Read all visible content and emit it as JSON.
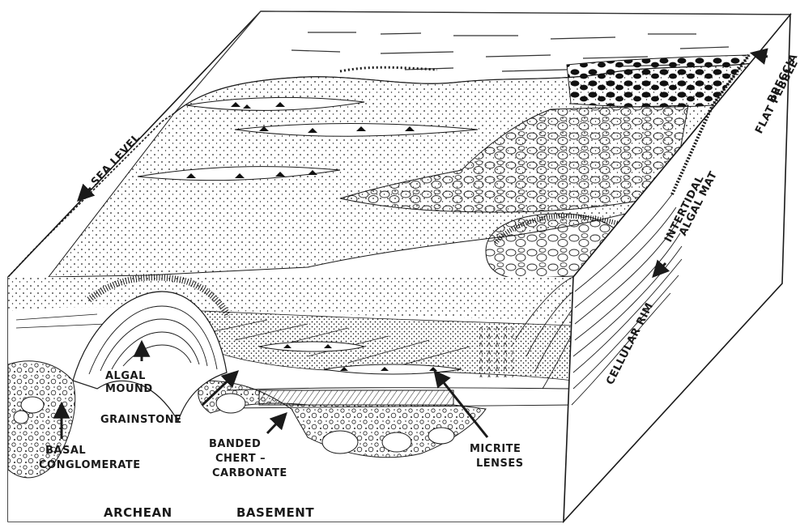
{
  "labels": {
    "sea_level": "SEA LEVEL",
    "flat_pebble_1": "FLAT PEBBLE",
    "flat_pebble_2": "BRECCIA",
    "algal_mat_1": "INTERTIDAL",
    "algal_mat_2": "ALGAL MAT",
    "cellular_rim": "CELLULAR RIM",
    "algal_mound_1": "ALGAL",
    "algal_mound_2": "MOUND",
    "grainstone": "GRAINSTONE",
    "basal_1": "BASAL",
    "basal_2": "CONGLOMERATE",
    "chert_1": "BANDED",
    "chert_2": "CHERT –",
    "chert_3": "CARBONATE",
    "micrite_1": "MICRITE",
    "micrite_2": "LENSES",
    "archean": "ARCHEAN",
    "basement": "BASEMENT"
  },
  "colors": {
    "ink": "#1a1a1a",
    "paper": "#ffffff"
  }
}
